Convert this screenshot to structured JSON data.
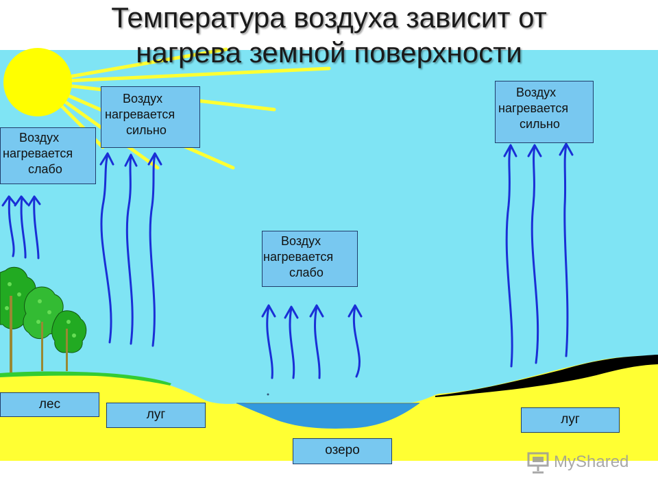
{
  "title": {
    "line1": "Температура воздуха зависит от",
    "line2": "нагрева земной поверхности"
  },
  "boxes": {
    "forest": {
      "line1": "Воздух",
      "line2": "нагревается",
      "line3": "слабо"
    },
    "meadow_left": {
      "line1": "Воздух",
      "line2": "нагревается",
      "line3": "сильно"
    },
    "lake": {
      "line1": "Воздух",
      "line2": "нагревается",
      "line3": "слабо"
    },
    "meadow_right": {
      "line1": "Воздух",
      "line2": "нагревается",
      "line3": "сильно"
    }
  },
  "labels": {
    "forest": "лес",
    "meadow_left": "луг",
    "lake": "озеро",
    "meadow_right": "луг"
  },
  "watermark": {
    "text": "MyShared",
    "icon": "presentation-board-icon"
  },
  "colors": {
    "sky": "#7fe4f4",
    "sun": "#ffff00",
    "ground": "#ffff33",
    "grass": "#33cc33",
    "lake": "#3399dd",
    "arable": "#000000",
    "arrow": "#1a2fd6",
    "box_fill": "#78c8f0"
  }
}
